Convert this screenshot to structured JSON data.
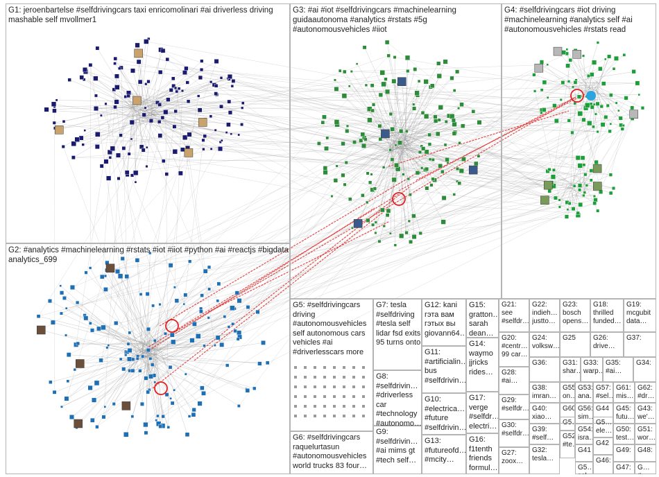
{
  "groups": [
    {
      "id": "G1",
      "text": "G1: jeroenbartelse #selfdrivingcars taxi enricomolinari #ai driverless driving mashable self mvollmer1"
    },
    {
      "id": "G2",
      "text": "G2: #analytics #machinelearning #rstats #iot #iiot #python #ai #reactjs #bigdata analytics_699"
    },
    {
      "id": "G3",
      "text": "G3: #ai #iot #selfdrivingcars #machinelearning guidaautonoma #analytics #rstats #5g #autonomousvehicles #iiot"
    },
    {
      "id": "G4",
      "text": "G4: #selfdrivingcars #iot driving #machinelearning #analytics self #ai #autonomousvehicles #rstats read"
    },
    {
      "id": "G5",
      "text": "G5: #selfdrivingcars driving #autonomousvehicles self autonomous cars vehicles #ai #driverlesscars more"
    },
    {
      "id": "G6",
      "text": "G6: #selfdrivingcars raquelurtasun #autonomousvehicles world trucks 83 four…"
    },
    {
      "id": "G7",
      "text": "G7: tesla #selfdriving #tesla self lidar fsd exits 95 turns onto"
    },
    {
      "id": "G8",
      "text": "G8: #selfdrivin… #driverless car #technology #autonomo…"
    },
    {
      "id": "G9",
      "text": "G9: #selfdrivin… #ai mims gt #tech self…"
    },
    {
      "id": "G10",
      "text": "G10: #electrica… #future #selfdrivin…"
    },
    {
      "id": "G11",
      "text": "G11: #artificialin… bus #selfdrivin…"
    },
    {
      "id": "G12",
      "text": "G12: kani гэта вам гэтых вы giovann64…"
    },
    {
      "id": "G13",
      "text": "G13: #futureofd… #mcity…"
    },
    {
      "id": "G14",
      "text": "G14: waymo jjricks rides…"
    },
    {
      "id": "G15",
      "text": "G15: gratton… sarah dean…"
    },
    {
      "id": "G16",
      "text": "G16: f1tenth friends formul…"
    },
    {
      "id": "G17",
      "text": "G17: verge #selfdr… electri…"
    },
    {
      "id": "G18",
      "text": "G18: thrilled funded…"
    },
    {
      "id": "G19",
      "text": "G19: mcgubit data…"
    },
    {
      "id": "G20",
      "text": "G20: #centr… 99 car…"
    },
    {
      "id": "G21",
      "text": "G21: see #selfdr…"
    },
    {
      "id": "G22",
      "text": "G22: indieh… justto…"
    },
    {
      "id": "G23",
      "text": "G23: bosch opens…"
    },
    {
      "id": "G24",
      "text": "G24: volksw…"
    },
    {
      "id": "G25",
      "text": "G25"
    },
    {
      "id": "G26",
      "text": "G26: drive…"
    },
    {
      "id": "G27",
      "text": "G27: zoox…"
    },
    {
      "id": "G28",
      "text": "G28: #ai…"
    },
    {
      "id": "G29",
      "text": "G29: #selfdr…"
    },
    {
      "id": "G30",
      "text": "G30: #selfdr…"
    },
    {
      "id": "G31",
      "text": "G31: shar…"
    },
    {
      "id": "G32",
      "text": "G32: tesla…"
    },
    {
      "id": "G33",
      "text": "G33: warp…"
    },
    {
      "id": "G34",
      "text": "G34:"
    },
    {
      "id": "G35",
      "text": "G35: #ai…"
    },
    {
      "id": "G36",
      "text": "G36:"
    },
    {
      "id": "G37",
      "text": "G37:"
    },
    {
      "id": "G38",
      "text": "G38: imran…"
    },
    {
      "id": "G39",
      "text": "G39: #self…"
    },
    {
      "id": "G40",
      "text": "G40: xiao…"
    },
    {
      "id": "G41",
      "text": "G41"
    },
    {
      "id": "G42",
      "text": "G42"
    },
    {
      "id": "G43",
      "text": "G43: we'…"
    },
    {
      "id": "G44",
      "text": "G44"
    },
    {
      "id": "G45",
      "text": "G45: futu…"
    },
    {
      "id": "G46",
      "text": "G46:"
    },
    {
      "id": "G47",
      "text": "G47:"
    },
    {
      "id": "G48",
      "text": "G48:"
    },
    {
      "id": "G49",
      "text": "G49:"
    },
    {
      "id": "G50",
      "text": "G50: test…"
    },
    {
      "id": "G51",
      "text": "G51: wor…"
    },
    {
      "id": "G52",
      "text": "G52: #te…"
    },
    {
      "id": "G53",
      "text": "G53: ana…"
    },
    {
      "id": "G54",
      "text": "G54: isra…"
    },
    {
      "id": "G55",
      "text": "G55: on…"
    },
    {
      "id": "G56",
      "text": "G56: sim…"
    },
    {
      "id": "G57",
      "text": "G57: #sel…"
    },
    {
      "id": "G58",
      "text": "G5…"
    },
    {
      "id": "G59",
      "text": "G5… ele…"
    },
    {
      "id": "G60",
      "text": "G60"
    },
    {
      "id": "G61",
      "text": "G61: mis…"
    },
    {
      "id": "G62",
      "text": "G62: #dr…"
    },
    {
      "id": "G63",
      "text": "G5… sel…"
    },
    {
      "id": "G64",
      "text": "G… #…"
    }
  ],
  "colors": {
    "g1": "#1a1a6e",
    "g2": "#1f6fb4",
    "g3": "#2e8b3a",
    "g4": "#1e9e3a",
    "edge": "#8c8c8c",
    "edge_red": "#e02020",
    "cell_border": "#b4b4b4"
  }
}
